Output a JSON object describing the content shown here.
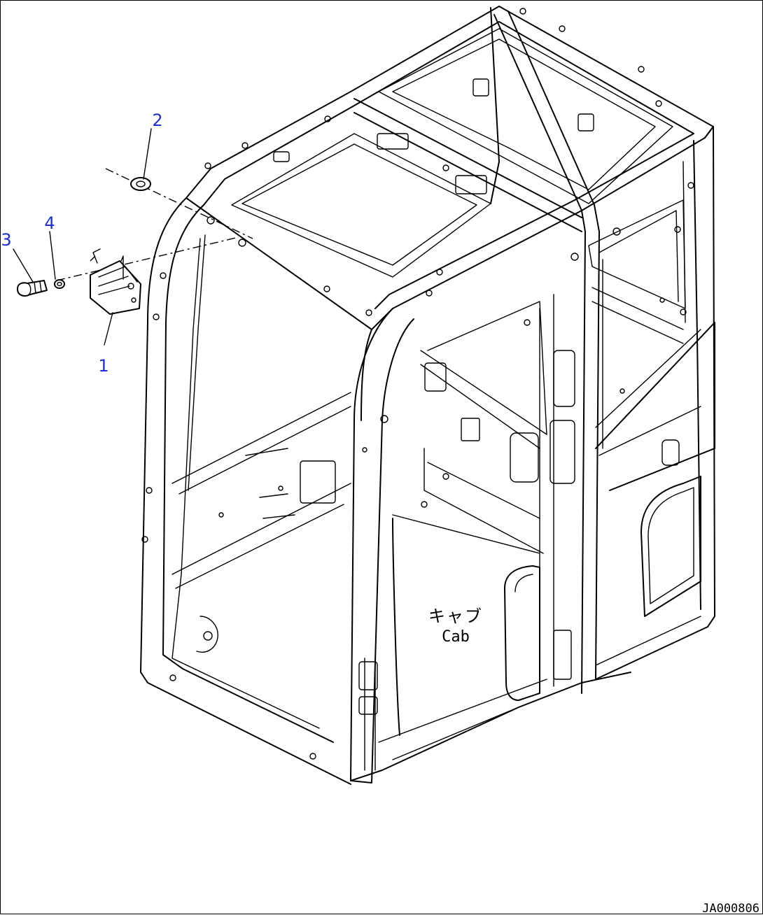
{
  "callouts": [
    {
      "id": "1",
      "label": "1"
    },
    {
      "id": "2",
      "label": "2"
    },
    {
      "id": "3",
      "label": "3"
    },
    {
      "id": "4",
      "label": "4"
    }
  ],
  "cab_label": {
    "japanese": "キャブ",
    "english": "Cab"
  },
  "figure_id": "JA000806",
  "colors": {
    "callout": "#1a2fd6",
    "line": "#000000",
    "background": "#ffffff"
  }
}
